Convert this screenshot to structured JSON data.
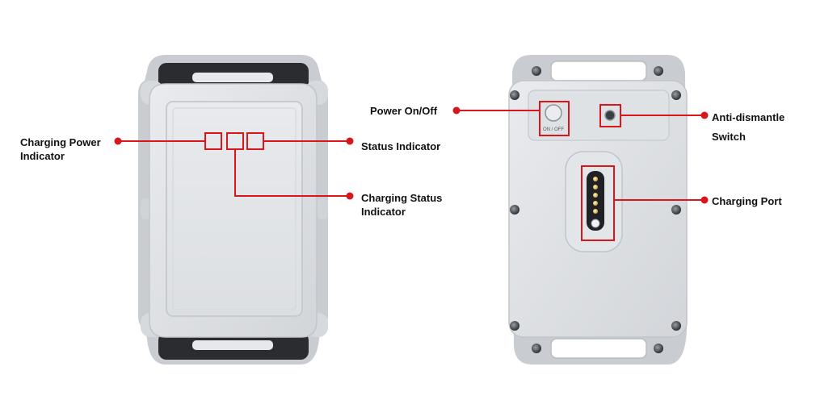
{
  "labels": {
    "charging_power_indicator": {
      "line1": "Charging Power",
      "line2": "Indicator"
    },
    "status_indicator": "Status Indicator",
    "charging_status_indicator": {
      "line1": "Charging Status",
      "line2": "Indicator"
    },
    "power_on_off": "Power On/Off",
    "anti_dismantle_switch": {
      "line1": "Anti-dismantle",
      "line2": "Switch"
    },
    "charging_port": "Charging Port"
  },
  "device_markings": {
    "power_button_text": "ON / OFF"
  },
  "colors": {
    "callout_red": "#d8161b",
    "housing_light": "#e4e6e9",
    "housing_mid": "#d3d6da",
    "housing_dark": "#2a2c30"
  }
}
